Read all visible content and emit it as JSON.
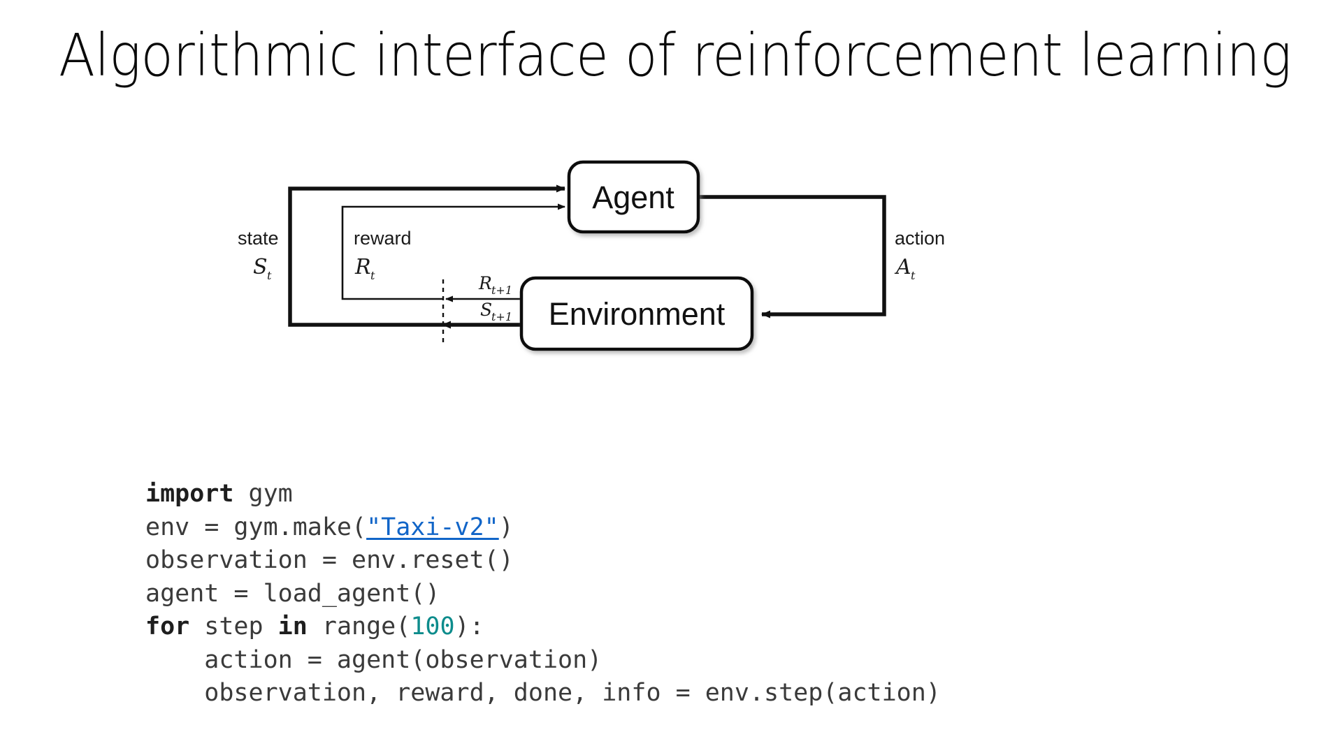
{
  "slide": {
    "title": "Algorithmic interface of reinforcement learning",
    "background_color": "#ffffff"
  },
  "diagram": {
    "name": "agent-environment-loop",
    "caption_type": "reinforcement-learning-interaction-loop",
    "nodes": [
      {
        "id": "agent",
        "label": "Agent"
      },
      {
        "id": "environment",
        "label": "Environment"
      }
    ],
    "edges": [
      {
        "id": "state",
        "label": "state",
        "symbol": "S",
        "subscript": "t",
        "from": "environment",
        "to": "agent"
      },
      {
        "id": "reward",
        "label": "reward",
        "symbol": "R",
        "subscript": "t",
        "from": "environment",
        "to": "agent"
      },
      {
        "id": "action",
        "label": "action",
        "symbol": "A",
        "subscript": "t",
        "from": "agent",
        "to": "environment"
      }
    ],
    "transition_labels": [
      {
        "id": "reward-next",
        "symbol": "R",
        "subscript": "t+1"
      },
      {
        "id": "state-next",
        "symbol": "S",
        "subscript": "t+1"
      }
    ],
    "time_separator": "dashed-vertical-line"
  },
  "code": {
    "language": "python",
    "link_color": "#1165c8",
    "number_color": "#0d8c8c",
    "keyword_color": "#1e1e1e",
    "lines": [
      [
        {
          "t": "import",
          "s": "kw"
        },
        {
          "t": " gym",
          "s": "plain"
        }
      ],
      [
        {
          "t": "env = gym.make(",
          "s": "plain"
        },
        {
          "t": "\"Taxi-v2\"",
          "s": "lnk"
        },
        {
          "t": ")",
          "s": "plain"
        }
      ],
      [
        {
          "t": "observation = env.reset()",
          "s": "plain"
        }
      ],
      [
        {
          "t": "agent = load_agent()",
          "s": "plain"
        }
      ],
      [
        {
          "t": "for",
          "s": "kw"
        },
        {
          "t": " step ",
          "s": "plain"
        },
        {
          "t": "in",
          "s": "kw"
        },
        {
          "t": " range(",
          "s": "plain"
        },
        {
          "t": "100",
          "s": "num"
        },
        {
          "t": "):",
          "s": "plain"
        }
      ],
      [
        {
          "t": "    action = agent(observation)",
          "s": "plain"
        }
      ],
      [
        {
          "t": "    observation, reward, done, info = env.step(action)",
          "s": "plain"
        }
      ]
    ]
  }
}
